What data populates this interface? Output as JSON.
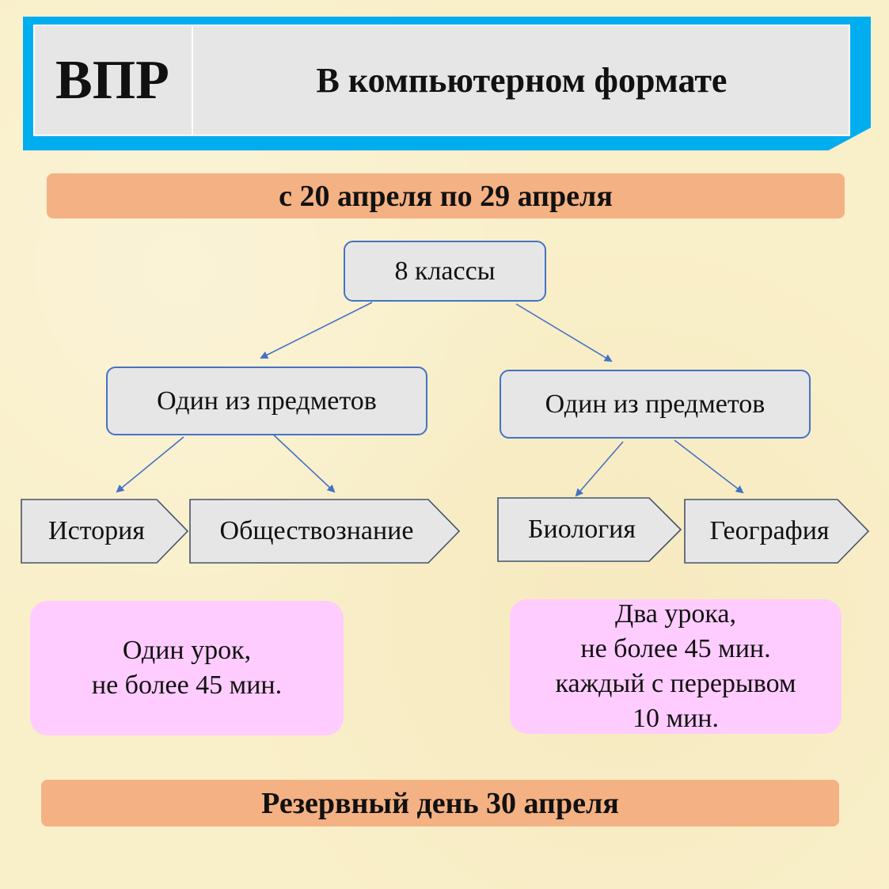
{
  "header": {
    "abbr": "ВПР",
    "title": "В компьютерном формате"
  },
  "dates": "с 20 апреля по 29 апреля",
  "grade": "8 классы",
  "groups": [
    {
      "label": "Один из предметов",
      "subjects": [
        "История",
        "Обществознание"
      ],
      "duration": [
        "Один урок,",
        "не более 45 мин."
      ]
    },
    {
      "label": "Один из предметов",
      "subjects": [
        "Биология",
        "География"
      ],
      "duration": [
        "Два урока,",
        "не более 45 мин.",
        "каждый с перерывом",
        "10 мин."
      ]
    }
  ],
  "reserve": "Резервный день 30 апреля",
  "colors": {
    "frame": "#00aeef",
    "bar": "#f4b183",
    "box_border": "#4472c4",
    "pink": "#ffccff"
  }
}
